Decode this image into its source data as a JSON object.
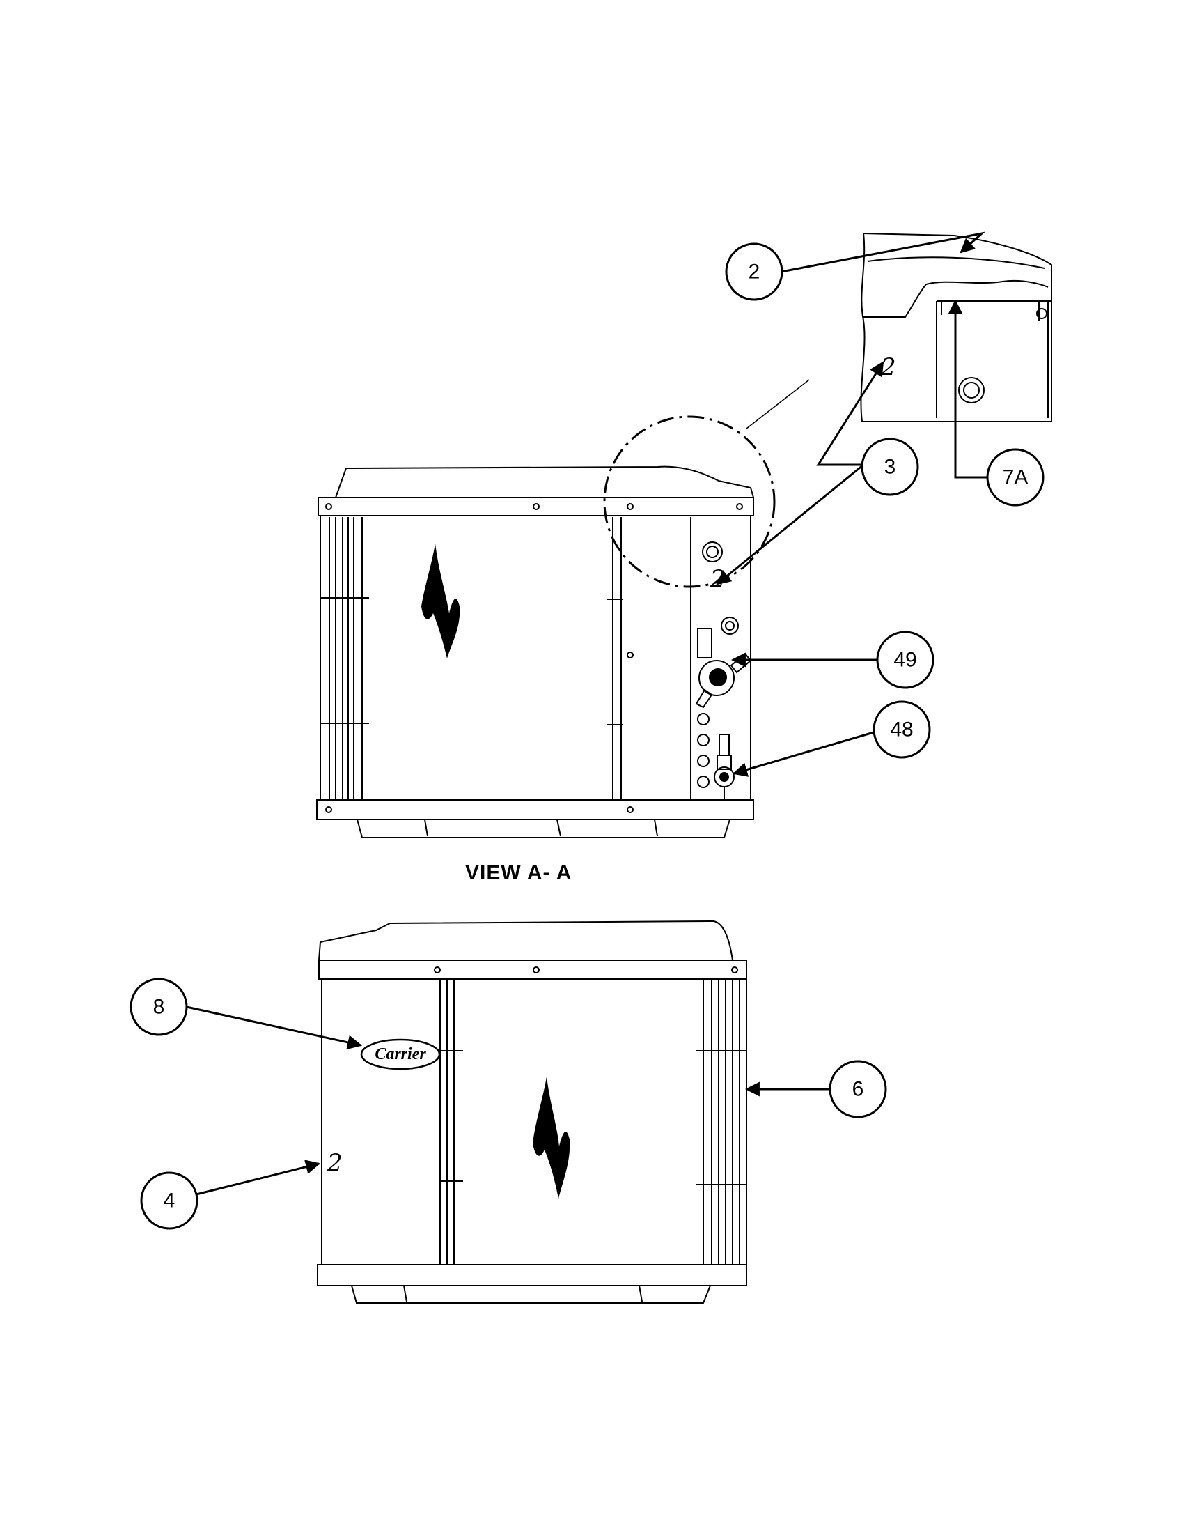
{
  "view_label": "VIEW A- A",
  "brand_logo_text": "Carrier",
  "callouts": {
    "c2": "2",
    "c3": "3",
    "c7a": "7A",
    "c49": "49",
    "c48": "48",
    "c8": "8",
    "c6": "6",
    "c4": "4"
  },
  "panel_marks": {
    "detail_mark": "2",
    "side_mark": "2",
    "front_mark": "2"
  },
  "colors": {
    "line": "#000000",
    "background": "#ffffff"
  }
}
